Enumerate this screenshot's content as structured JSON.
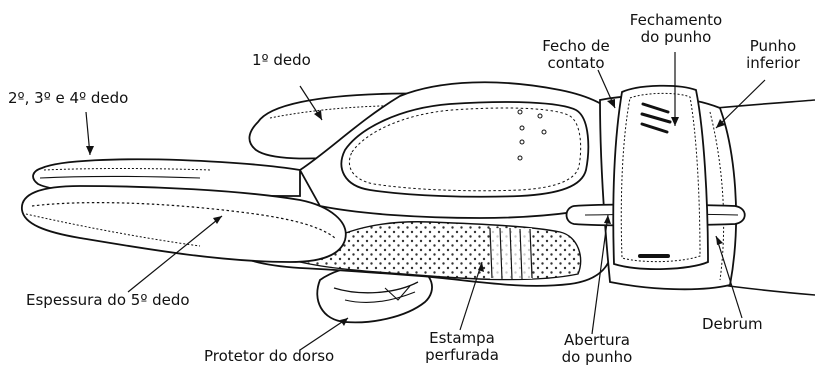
{
  "labels": {
    "fingers_234": "2º, 3º e 4º dedo",
    "finger_1": "1º dedo",
    "contact_closure": [
      "Fecho de",
      "contato"
    ],
    "wrist_closure": [
      "Fechamento",
      "do punho"
    ],
    "lower_cuff": [
      "Punho",
      "inferior"
    ],
    "fifth_finger_thickness": "Espessura do 5º dedo",
    "back_protector": "Protetor do dorso",
    "perforated_print": [
      "Estampa",
      "perfurada"
    ],
    "wrist_opening": [
      "Abertura",
      "do punho"
    ],
    "piping": "Debrum"
  },
  "colors": {
    "ink": "#111111",
    "glove_fill": "#ffffff",
    "perforation": "#333333"
  }
}
